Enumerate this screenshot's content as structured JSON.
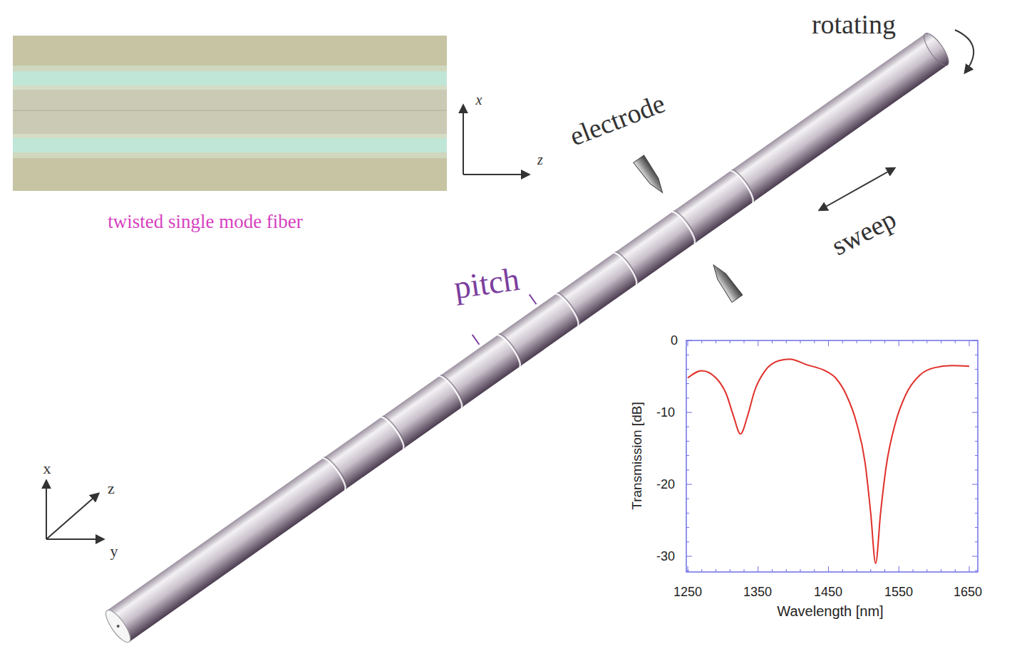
{
  "diagram": {
    "labels": [
      "twisted single mode fiber",
      "x",
      "z",
      "electrode",
      "rotating",
      "sweep",
      "pitch",
      "x",
      "z",
      "y",
      "0",
      "-10",
      "-20",
      "-30",
      "1250",
      "1350",
      "1450",
      "1550",
      "1650",
      "Transmission [dB]",
      "Wavelength [nm]"
    ]
  }
}
